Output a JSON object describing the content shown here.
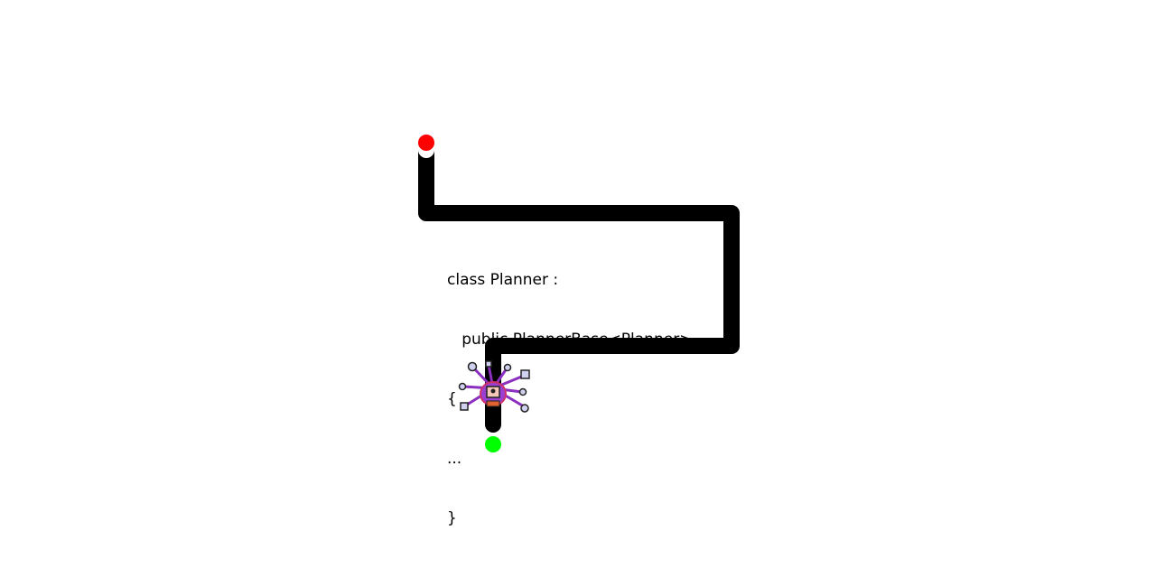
{
  "level": {
    "code_lines": [
      "class Planner :",
      "   public PlannerBase<Planner>",
      "{",
      "...",
      "}"
    ],
    "start_marker_color": "#ff0000",
    "goal_marker_color": "#00ff00",
    "path_color": "#000000",
    "character": "beholder-monster-sprite"
  }
}
